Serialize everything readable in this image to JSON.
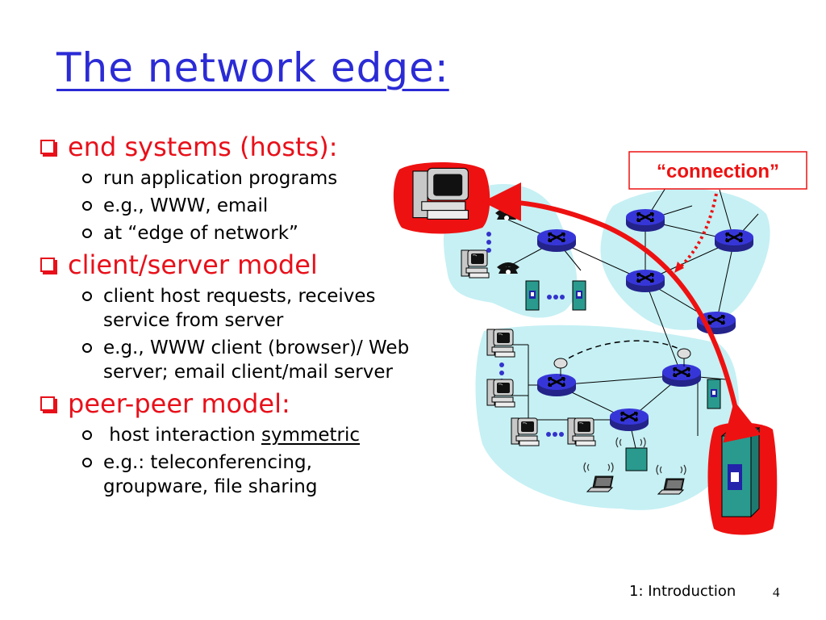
{
  "slide": {
    "title": "The network edge:",
    "bullets": [
      {
        "text": "end systems (hosts):",
        "sub": [
          "run application programs",
          "e.g., WWW, email",
          "at “edge of network”"
        ]
      },
      {
        "text": "client/server model",
        "sub": [
          "client host requests, receives service from server",
          "e.g., WWW client (browser)/ Web server; email client/mail server"
        ]
      },
      {
        "text": "peer-peer model:",
        "sub": [
          " host interaction ",
          "e.g.: teleconferencing, groupware, file sharing"
        ],
        "sub0_underlined": "symmetric"
      }
    ],
    "diagram": {
      "connection_label": "“connection”",
      "colors": {
        "region": "#c6f0f4",
        "router": "#2323c8",
        "arrow": "#ee1111",
        "server": "#2a9a8e"
      }
    },
    "footer": {
      "text": "1: Introduction",
      "page_number": "4"
    }
  }
}
